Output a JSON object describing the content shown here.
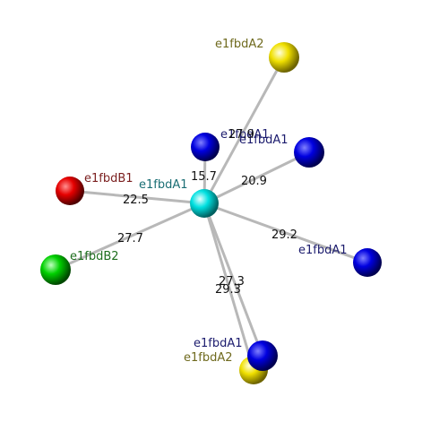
{
  "center": {
    "label": "e1fbdA1",
    "color": "#1a6e74",
    "ball_color": "#00e5e5"
  },
  "spokes": [
    {
      "label": "e1fbdA2",
      "distance": "",
      "label_color": "#6f6a1e",
      "ball_color": "#f2e600"
    },
    {
      "label": "e1fbdA1",
      "distance": "15.7",
      "label_color": "#1c1c6e",
      "ball_color": "#0000e0"
    },
    {
      "label": "e1fbdA1",
      "distance": "20.9",
      "label_color": "#1c1c6e",
      "ball_color": "#0000e0"
    },
    {
      "label": "e1fbdB1",
      "distance": "22.5",
      "label_color": "#7a1e1e",
      "ball_color": "#e60000"
    },
    {
      "label": "e1fbdB2",
      "distance": "27.7",
      "label_color": "#1e6e1e",
      "ball_color": "#00cc00"
    },
    {
      "label": "e1fbdA1",
      "distance": "29.2",
      "label_color": "#1c1c6e",
      "ball_color": "#0000e0"
    },
    {
      "label": "e1fbdA1",
      "distance": "27.3",
      "label_color": "#1c1c6e",
      "ball_color": "#0000e0"
    },
    {
      "label": "e1fbdA2",
      "distance": "29.3",
      "label_color": "#6f6a1e",
      "ball_color": "#f2e600"
    }
  ],
  "overlap_label": "27.9"
}
